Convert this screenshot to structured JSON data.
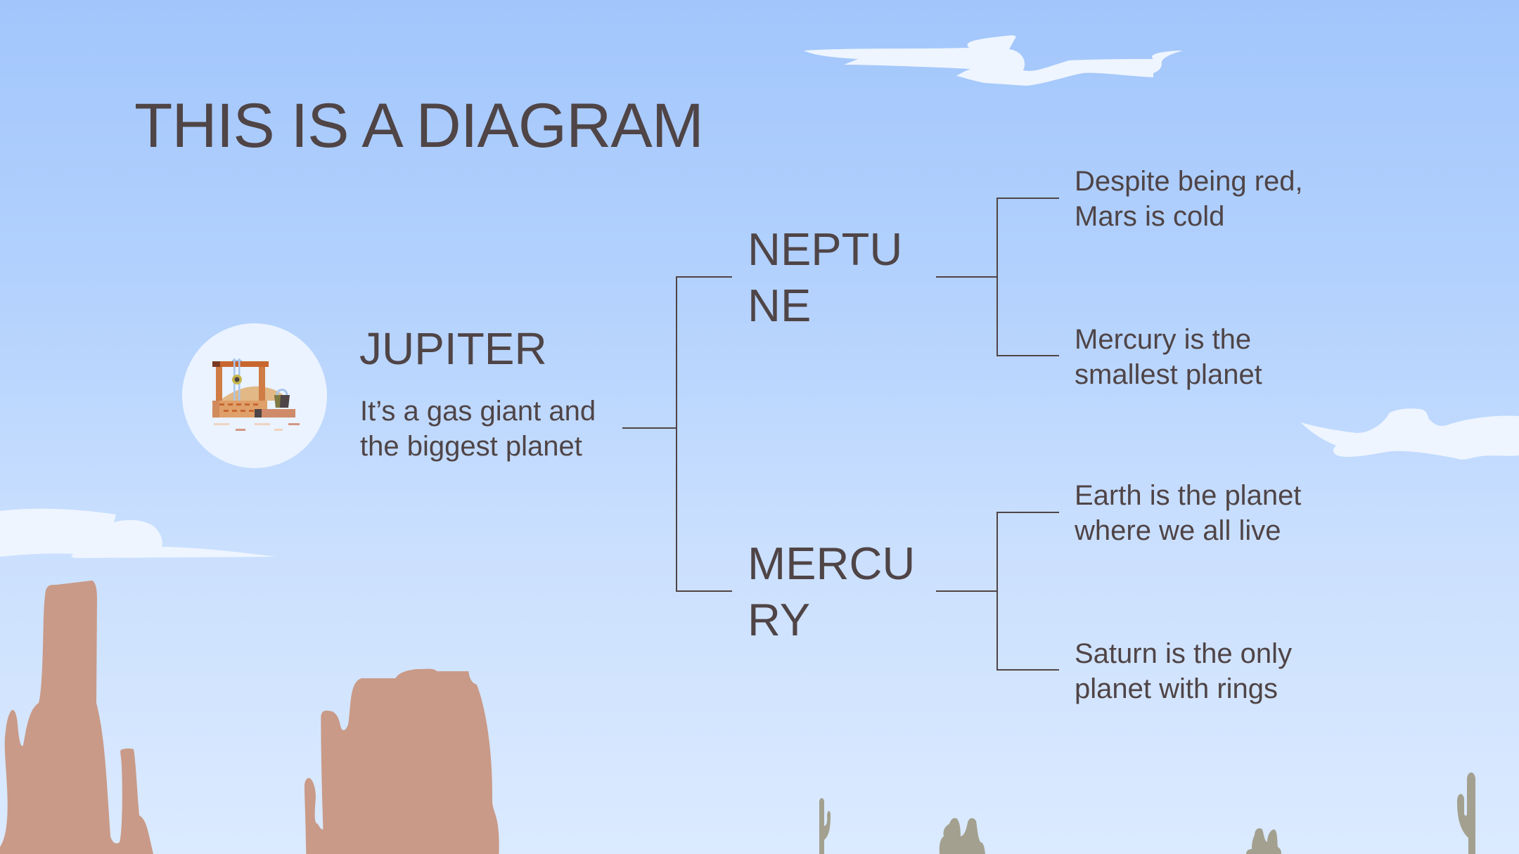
{
  "slide": {
    "title": "THIS IS A DIAGRAM",
    "colors": {
      "text": "#4f4446",
      "sky_top": "#a2c6fc",
      "sky_bottom": "#dbeaff",
      "cloud": "#eef5ff",
      "rock": "#c99a87",
      "cactus": "#a3a08f",
      "icon_circle": "#eaf3ff"
    }
  },
  "diagram": {
    "root": {
      "icon": "water-well-icon",
      "title": "JUPITER",
      "description": "It’s a gas giant and the biggest planet"
    },
    "branches": [
      {
        "title": "NEPTUNE",
        "leaves": [
          "Despite being red, Mars is cold",
          "Mercury is the smallest planet"
        ]
      },
      {
        "title": "MERCURY",
        "leaves": [
          "Earth is the planet where we all live",
          "Saturn is the only planet with rings"
        ]
      }
    ]
  }
}
